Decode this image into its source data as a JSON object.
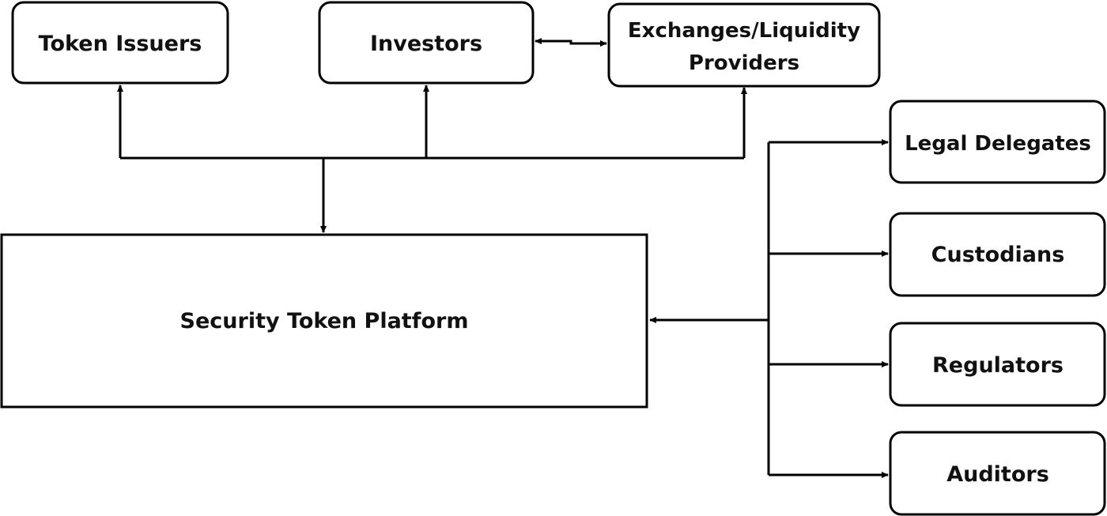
{
  "diagram": {
    "nodes": {
      "token_issuers": "Token Issuers",
      "investors": "Investors",
      "exchanges_line1": "Exchanges/Liquidity",
      "exchanges_line2": "Providers",
      "platform": "Security Token Platform",
      "legal_delegates": "Legal Delegates",
      "custodians": "Custodians",
      "regulators": "Regulators",
      "auditors": "Auditors"
    }
  }
}
